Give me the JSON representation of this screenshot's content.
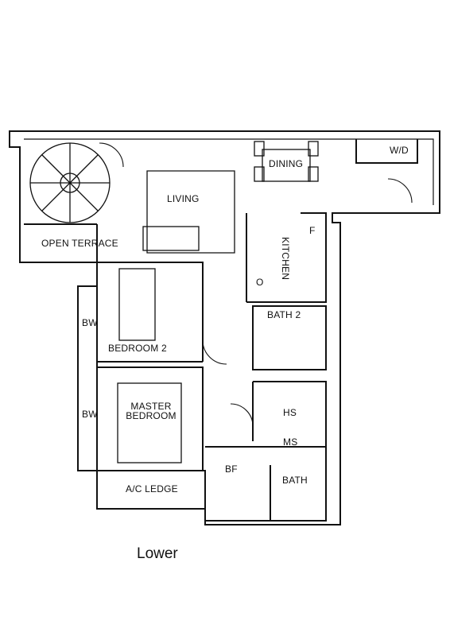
{
  "caption": "Lower",
  "rooms": {
    "open_terrace": "OPEN TERRACE",
    "living": "LIVING",
    "dining": "DINING",
    "wd": "W/D",
    "f": "F",
    "kitchen": "KITCHEN",
    "bw_upper": "BW",
    "bw_lower": "BW",
    "bedroom2": "BEDROOM 2",
    "bath2": "BATH 2",
    "master_bedroom": "MASTER\nBEDROOM",
    "hs": "HS",
    "ms": "MS",
    "bath": "BATH",
    "ac_ledge": "A/C LEDGE",
    "bf": "BF",
    "o": "O"
  },
  "colors": {
    "line": "#111111",
    "background": "#ffffff"
  }
}
